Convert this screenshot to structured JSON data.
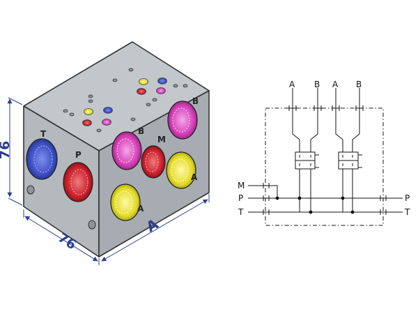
{
  "colors": {
    "block_top": "#c2c7cc",
    "block_front": "#b4b9be",
    "block_side": "#a7acb2",
    "edge": "#333333",
    "dimension": "#2c3e8f",
    "port_blue": "#3c4fc0",
    "port_red": "#c8202a",
    "port_magenta": "#d63fb8",
    "port_yellow": "#e3dc2a"
  },
  "block": {
    "dimensions": {
      "height": "76",
      "depth": "76",
      "length": "A"
    },
    "front_face": {
      "port_t": "T",
      "port_p": "P"
    },
    "side_face": {
      "port_b_upper": "B",
      "port_m": "M",
      "port_b_lower": "B",
      "port_a_right": "A",
      "port_a_lower": "A"
    }
  },
  "schematic": {
    "top_ports": [
      "A",
      "B",
      "A",
      "B"
    ],
    "left_labels": {
      "m": "M",
      "p": "P",
      "t": "T"
    },
    "right_labels": {
      "p": "P",
      "t": "T"
    }
  }
}
